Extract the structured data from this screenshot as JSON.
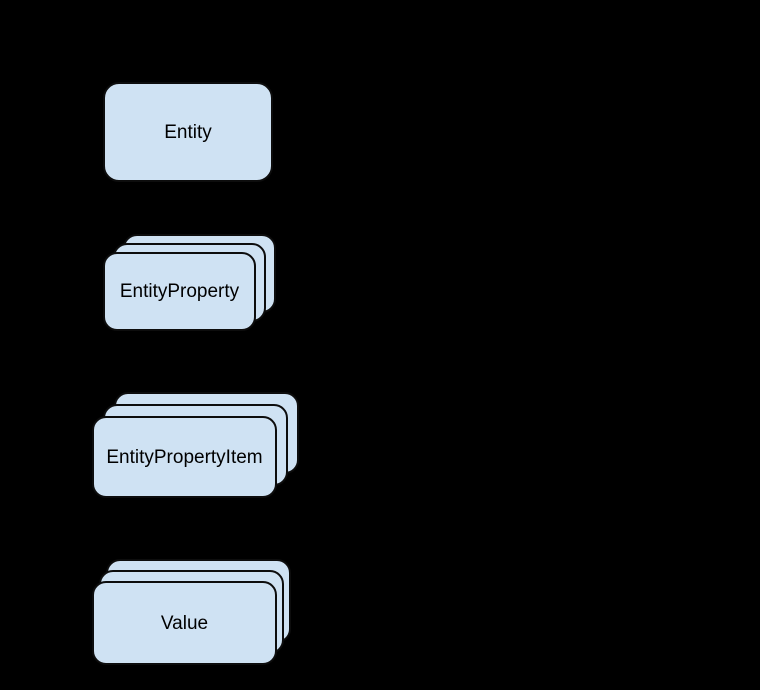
{
  "diagram": {
    "background_color": "#000000",
    "node_fill_color": "#cfe2f3",
    "node_border_color": "#0d0d0d",
    "text_color": "#000000",
    "nodes": {
      "entity": {
        "label": "Entity",
        "instances": "single"
      },
      "entity_property": {
        "label": "EntityProperty",
        "instances": "multiple"
      },
      "entity_property_item": {
        "label": "EntityPropertyItem",
        "instances": "multiple"
      },
      "value": {
        "label": "Value",
        "instances": "multiple"
      }
    }
  }
}
